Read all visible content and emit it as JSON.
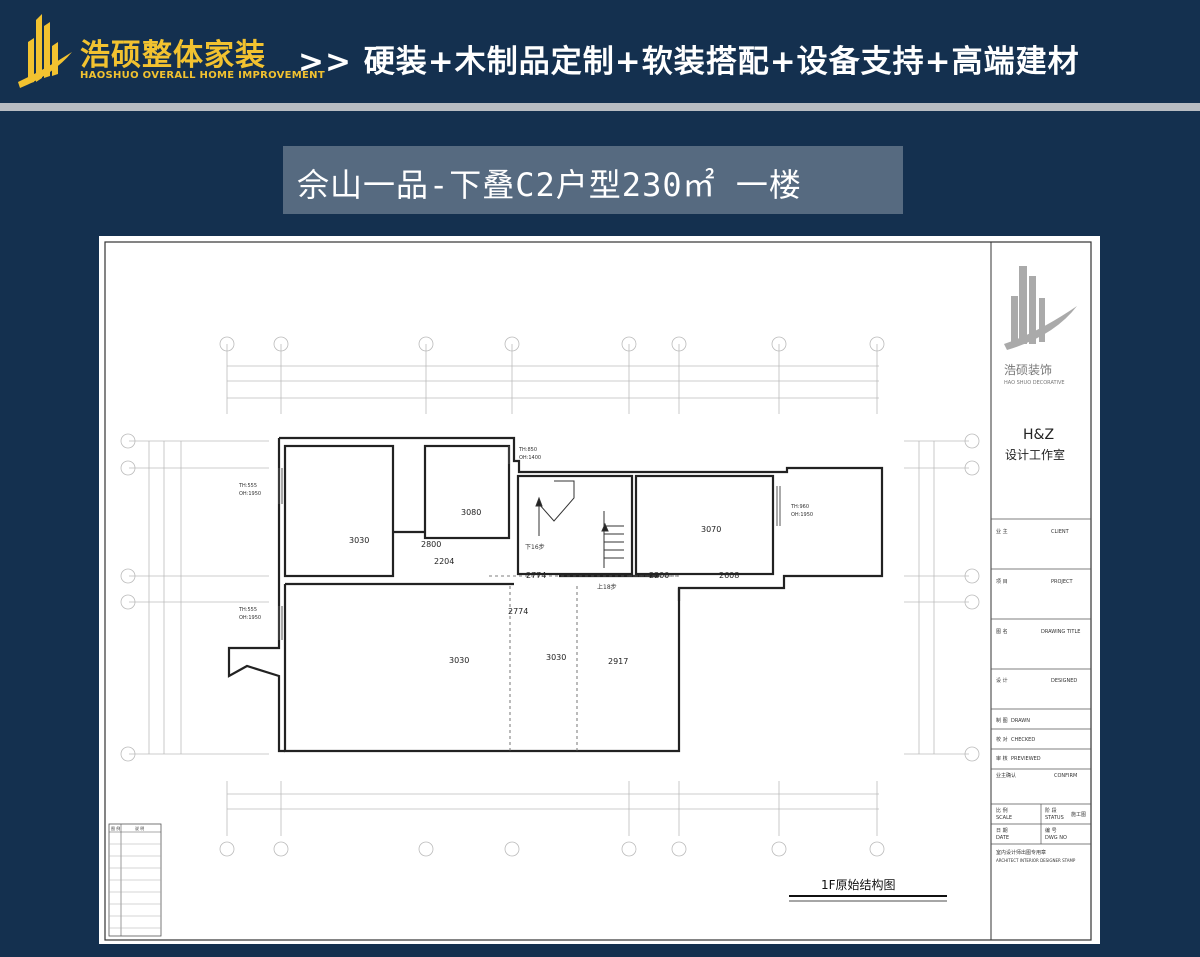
{
  "header": {
    "brand_cn": "浩硕整体家装",
    "brand_en": "HAOSHUO OVERALL HOME IMPROVEMENT",
    "slogan": ">> 硬装+木制品定制+软装搭配+设备支持+高端建材"
  },
  "title": "佘山一品-下叠C2户型230㎡ 一楼",
  "plan": {
    "room_dims": [
      "3030",
      "3080",
      "3070",
      "3030",
      "3030",
      "2917",
      "2800",
      "2204",
      "2774",
      "2774",
      "2200",
      "2608"
    ],
    "window_notes": [
      "TH:555",
      "OH:1950",
      "TH:850",
      "OH:1400",
      "TH:960",
      "OH:1950",
      "TH:555",
      "OH:1950"
    ],
    "stair_down": "下16步",
    "stair_up": "上18步",
    "caption": "1F原始结构图"
  },
  "title_block": {
    "company_cn": "浩硕装饰",
    "company_en": "HAO SHUO DECORATIVE",
    "studio_en": "H&Z",
    "studio_cn": "设计工作室",
    "rows": [
      {
        "cn": "业 主",
        "en": "CLIENT"
      },
      {
        "cn": "项 目",
        "en": "PROJECT"
      },
      {
        "cn": "图 名",
        "en": "DRAWING TITLE"
      },
      {
        "cn": "设 计",
        "en": "DESIGNED"
      },
      {
        "cn": "制 图",
        "en": "DRAWN"
      },
      {
        "cn": "校 对",
        "en": "CHECKED"
      },
      {
        "cn": "审 核",
        "en": "PREVIEWED"
      },
      {
        "cn": "业主确认",
        "en": "CONFIRM"
      }
    ],
    "scale_cn": "比 例",
    "scale_en": "SCALE",
    "status_cn": "阶 段",
    "status_en": "STATUS",
    "status_val": "施工图",
    "date_cn": "日 期",
    "date_en": "DATE",
    "no_cn": "编 号",
    "no_en": "DWG NO",
    "stamp_cn": "室内设计师出图专用章",
    "stamp_en": "ARCHITECT INTERIOR DESIGNER STAMP"
  },
  "legend": {
    "header_a": "图 例",
    "header_b": "说 明"
  }
}
